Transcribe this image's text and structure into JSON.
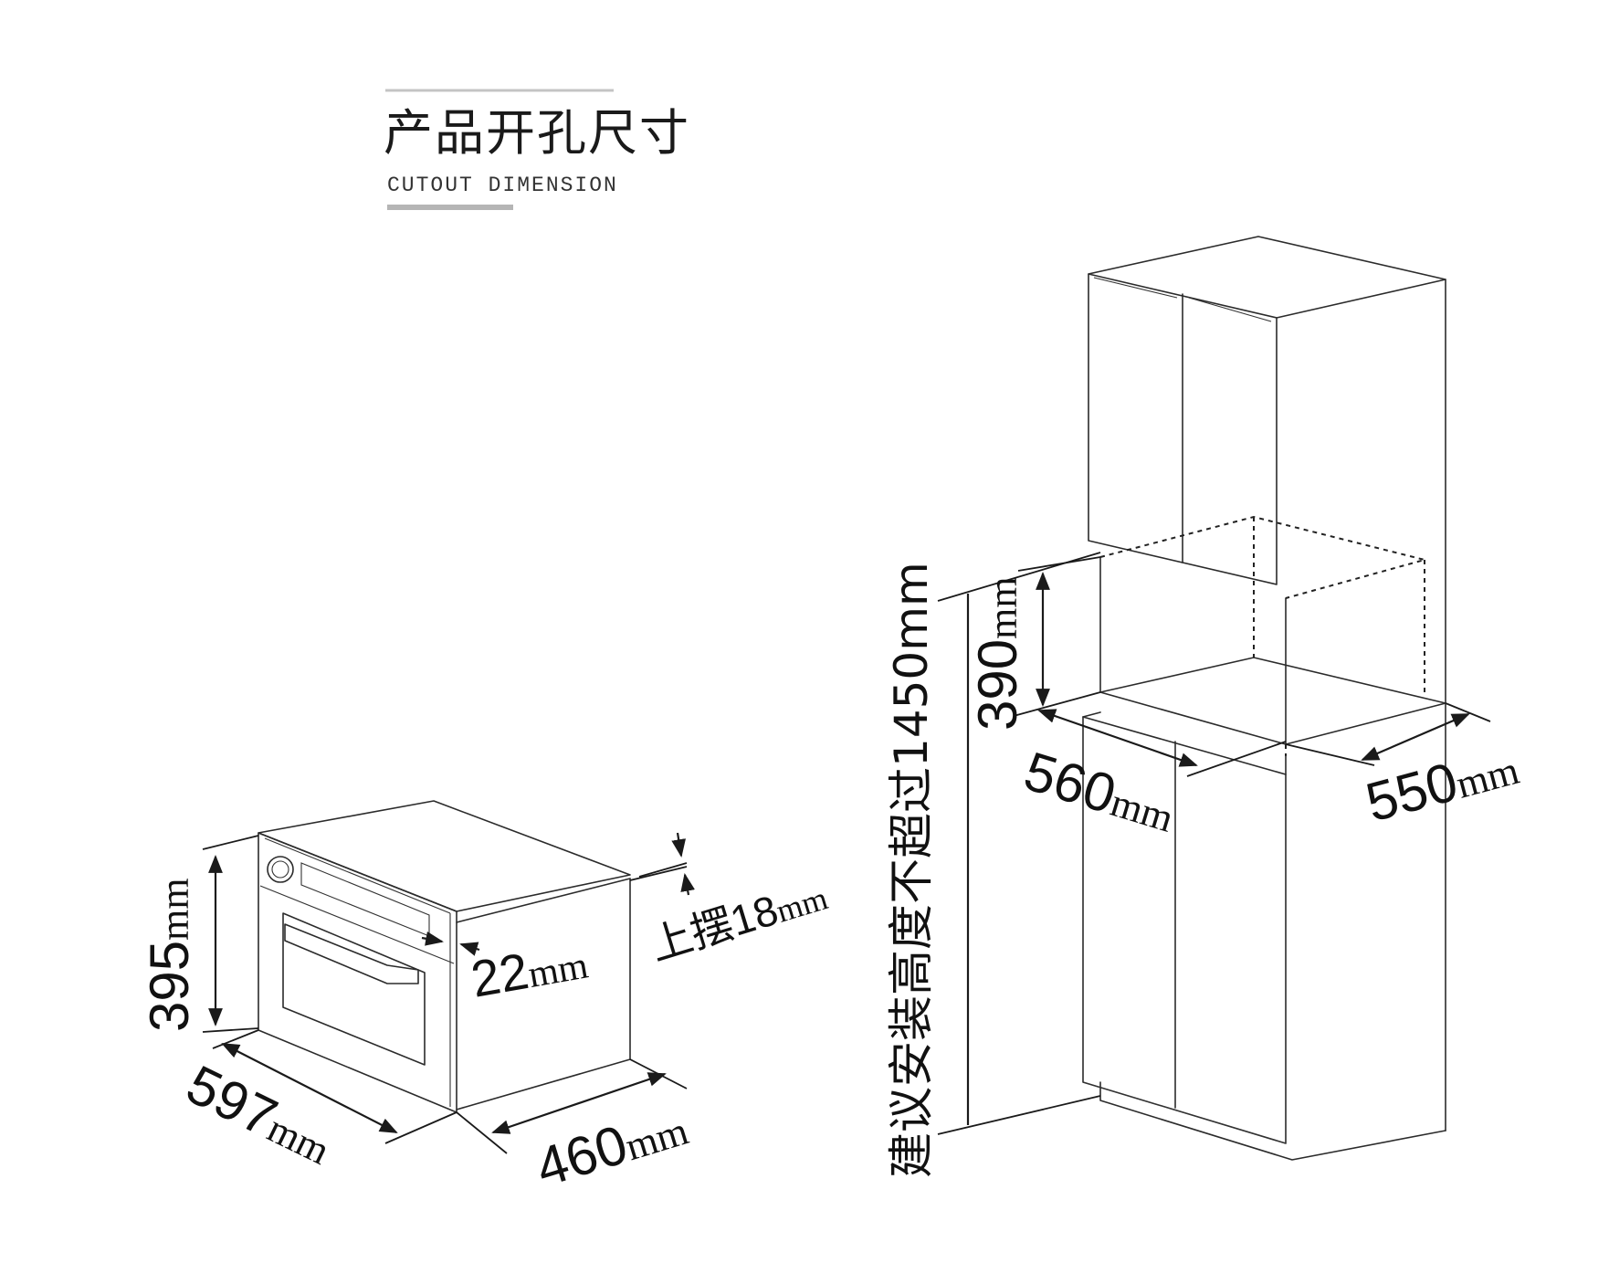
{
  "header": {
    "title_cn": "产品开孔尺寸",
    "title_en": "CUTOUT DIMENSION"
  },
  "oven": {
    "height": {
      "value": "395",
      "unit": "mm"
    },
    "width": {
      "value": "597",
      "unit": "mm"
    },
    "depth": {
      "value": "460",
      "unit": "mm"
    },
    "front_offset": {
      "value": "22",
      "unit": "mm"
    },
    "top_swing": {
      "prefix": "上摆",
      "value": "18",
      "unit": "mm"
    }
  },
  "cabinet": {
    "install_height": {
      "text": "建议安装高度不超过1450mm"
    },
    "cutout_height": {
      "value": "390",
      "unit": "mm"
    },
    "cutout_width": {
      "value": "560",
      "unit": "mm"
    },
    "cutout_depth": {
      "value": "550",
      "unit": "mm"
    }
  },
  "colors": {
    "line": "#2b2b2b",
    "text": "#111111",
    "accent_bar": "#b5b5b5"
  }
}
